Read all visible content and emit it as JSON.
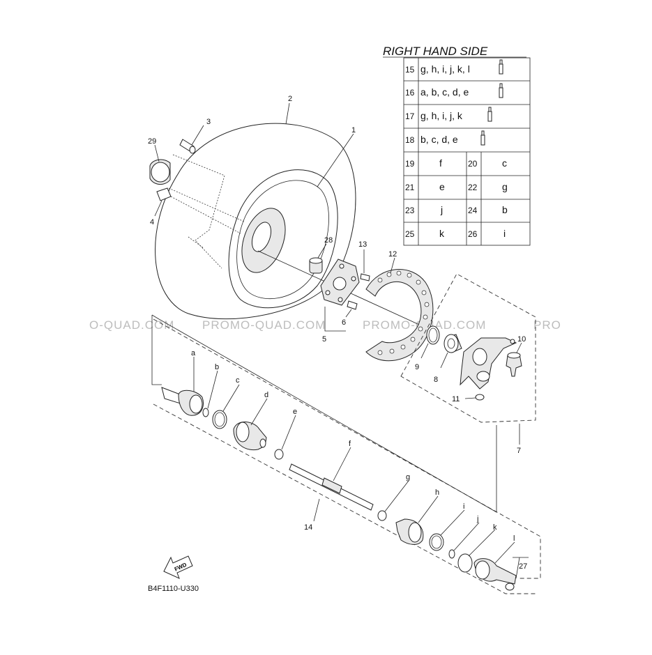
{
  "table": {
    "heading": "RIGHT HAND SIDE",
    "long_rows": [
      {
        "num": "15",
        "text": "g, h, i, j, k, l"
      },
      {
        "num": "16",
        "text": "a, b, c, d, e"
      },
      {
        "num": "17",
        "text": "g, h, i, j, k"
      },
      {
        "num": "18",
        "text": "b, c, d, e"
      }
    ],
    "pair_rows": [
      {
        "n1": "19",
        "v1": "f",
        "n2": "20",
        "v2": "c"
      },
      {
        "n1": "21",
        "v1": "e",
        "n2": "22",
        "v2": "g"
      },
      {
        "n1": "23",
        "v1": "j",
        "n2": "24",
        "v2": "b"
      },
      {
        "n1": "25",
        "v1": "k",
        "n2": "26",
        "v2": "i"
      }
    ]
  },
  "callouts": {
    "n1": "1",
    "n2": "2",
    "n3": "3",
    "n4": "4",
    "n5": "5",
    "n6": "6",
    "n7": "7",
    "n8": "8",
    "n9": "9",
    "n10": "10",
    "n11": "11",
    "n12": "12",
    "n13": "13",
    "n14": "14",
    "n27": "27",
    "n28": "28",
    "n29": "29",
    "a": "a",
    "b": "b",
    "c": "c",
    "d": "d",
    "e": "e",
    "f": "f",
    "g": "g",
    "h": "h",
    "i": "i",
    "j": "j",
    "k": "k",
    "l": "l"
  },
  "watermark": {
    "w1": "O-QUAD.COM",
    "w2": "PROMO-QUAD.COM",
    "w3": "PROMO-QUAD.COM",
    "w4": "PRO"
  },
  "fwd_label": "FWD",
  "drawing_code": "B4F1110-U330"
}
